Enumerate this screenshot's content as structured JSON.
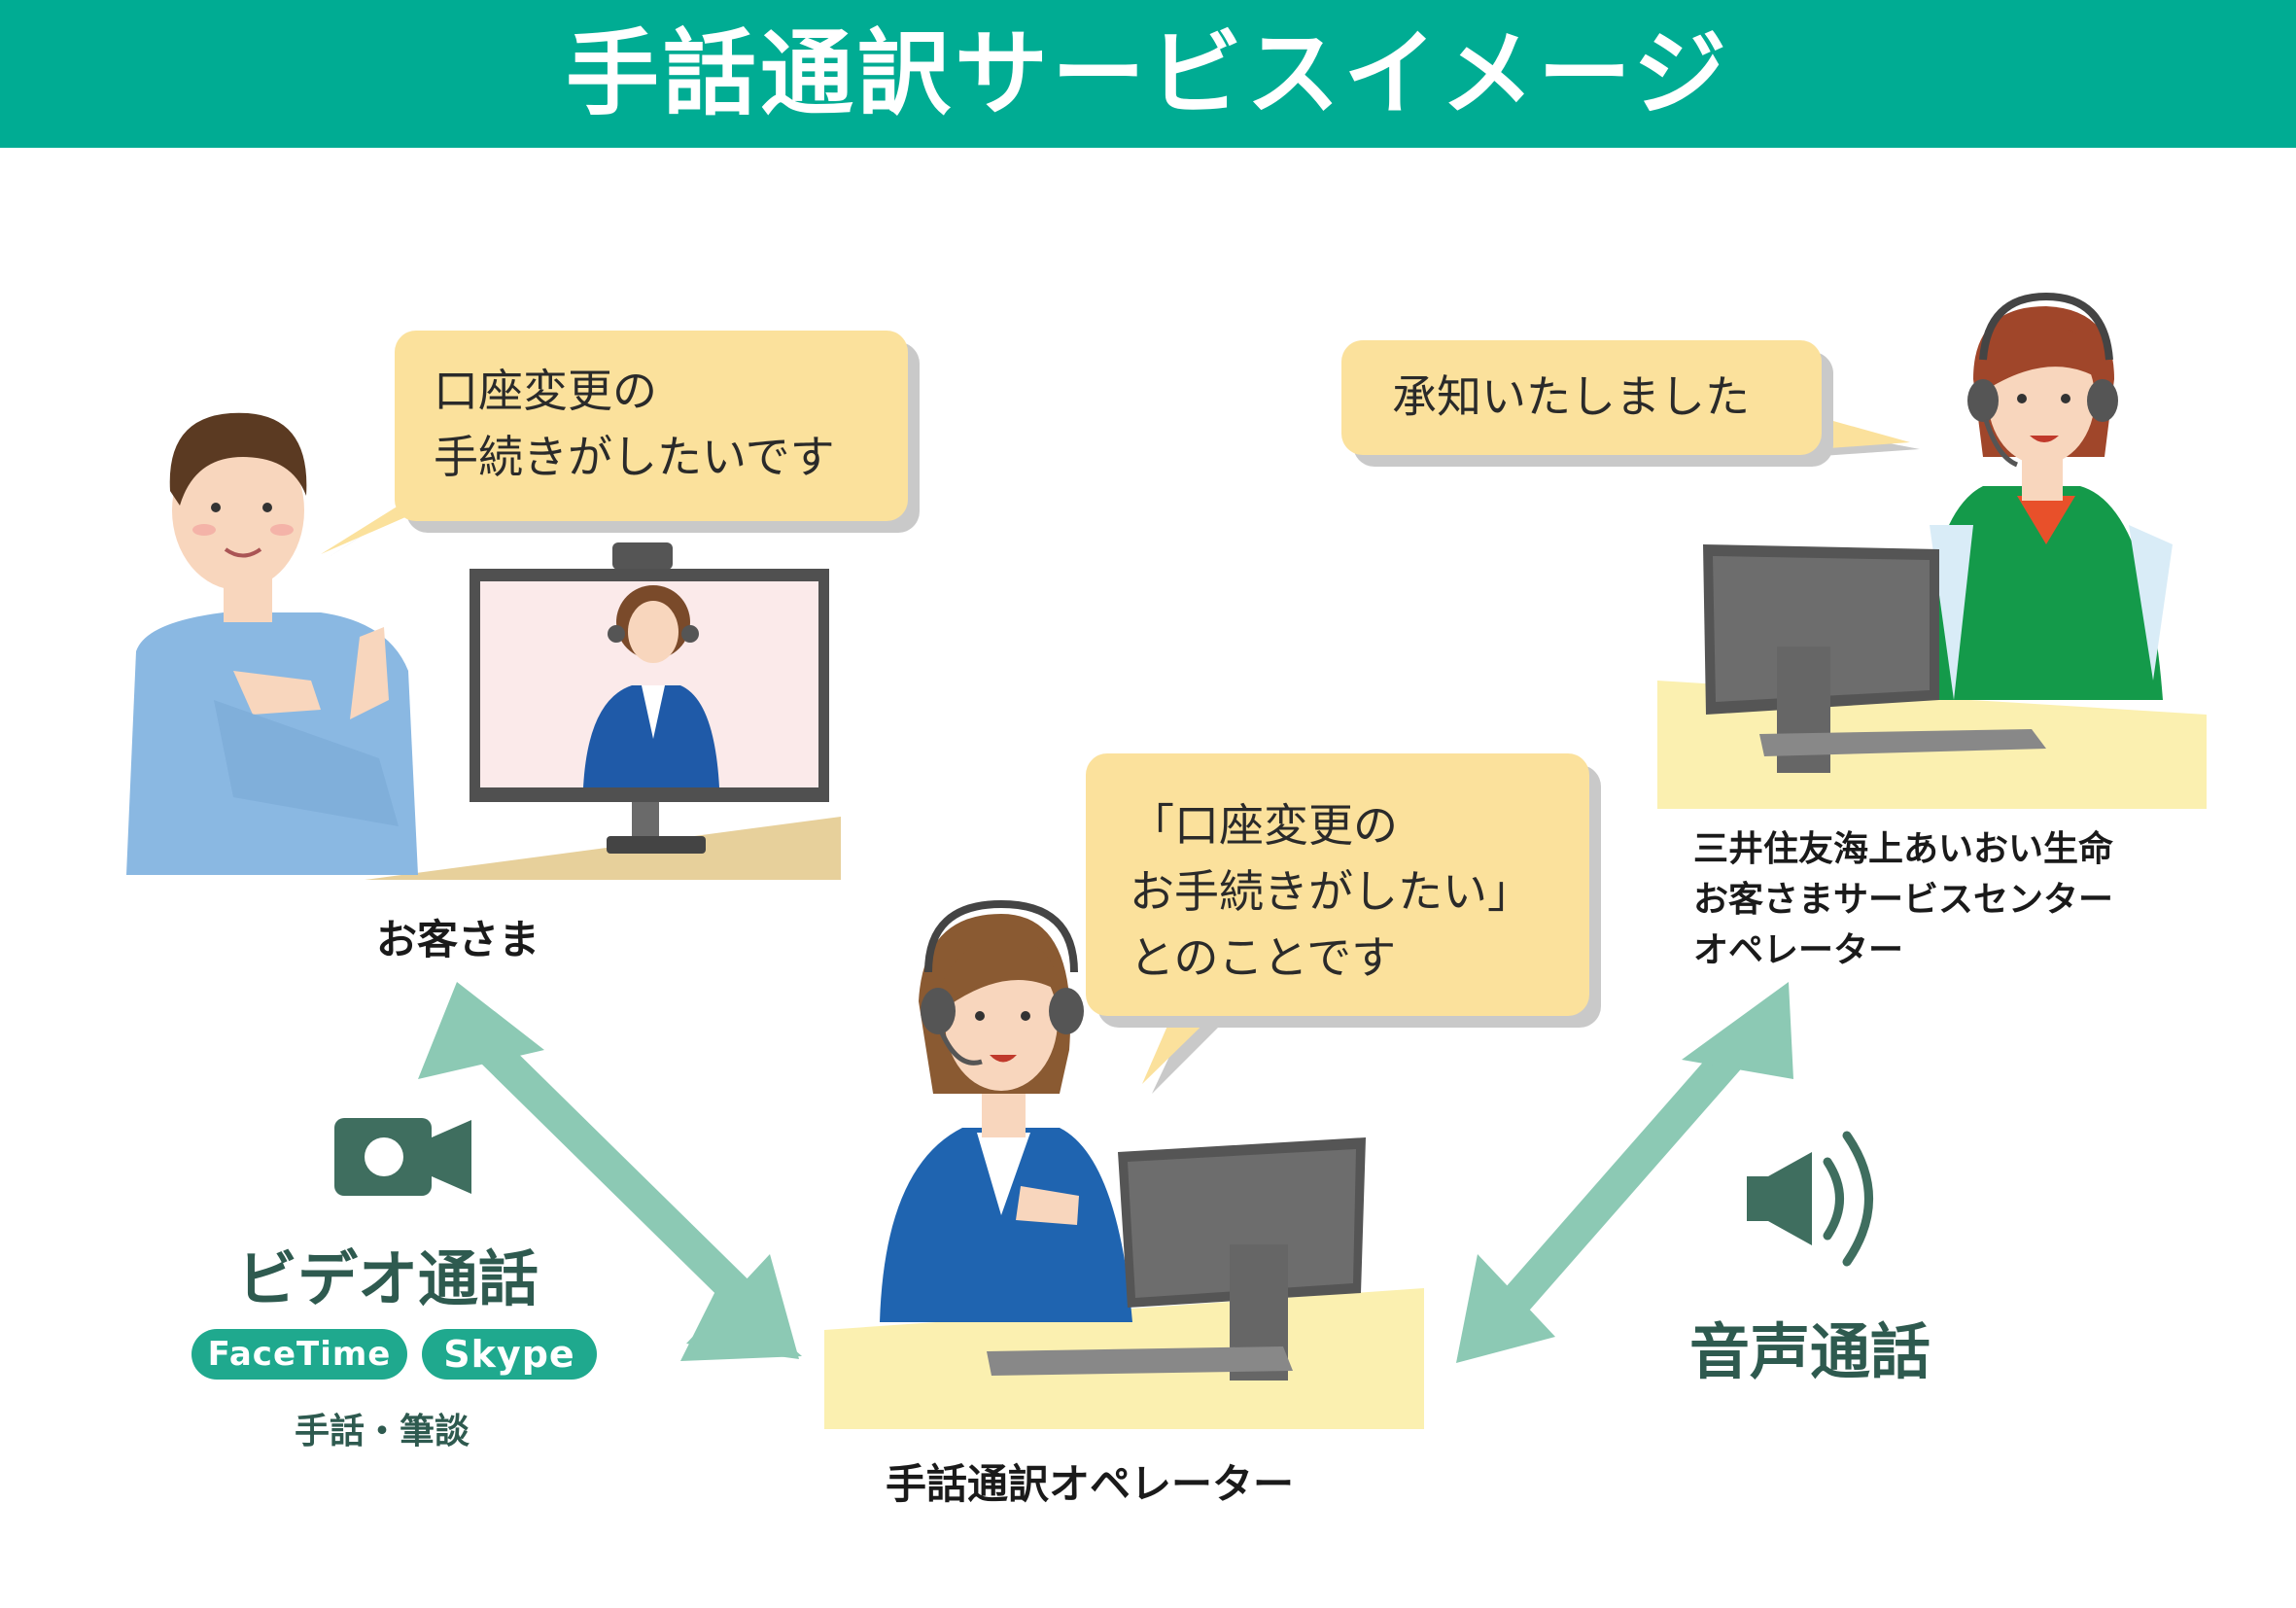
{
  "header": {
    "title": "手話通訳サービスイメージ"
  },
  "customer": {
    "bubble": [
      "口座変更の",
      "手続きがしたいです"
    ],
    "label": "お客さま"
  },
  "interpreter": {
    "bubble": [
      "「口座変更の",
      "お手続きがしたい」",
      "とのことです"
    ],
    "label": "手話通訳オペレーター"
  },
  "center_operator": {
    "bubble": [
      "承知いたしました"
    ],
    "label_lines": [
      "三井住友海上あいおい生命",
      "お客さまサービスセンター",
      "オペレーター"
    ]
  },
  "video_call": {
    "icon": "video-camera-icon",
    "title": "ビデオ通話",
    "apps": [
      "FaceTime",
      "Skype"
    ],
    "methods": "手話・筆談"
  },
  "voice_call": {
    "icon": "speaker-icon",
    "title": "音声通話"
  },
  "colors": {
    "banner": "#00ac93",
    "bubble": "#fbe19c",
    "arrow": "#8cc9b4",
    "mode_text": "#2e5a4f",
    "pill": "#1fa98e"
  }
}
